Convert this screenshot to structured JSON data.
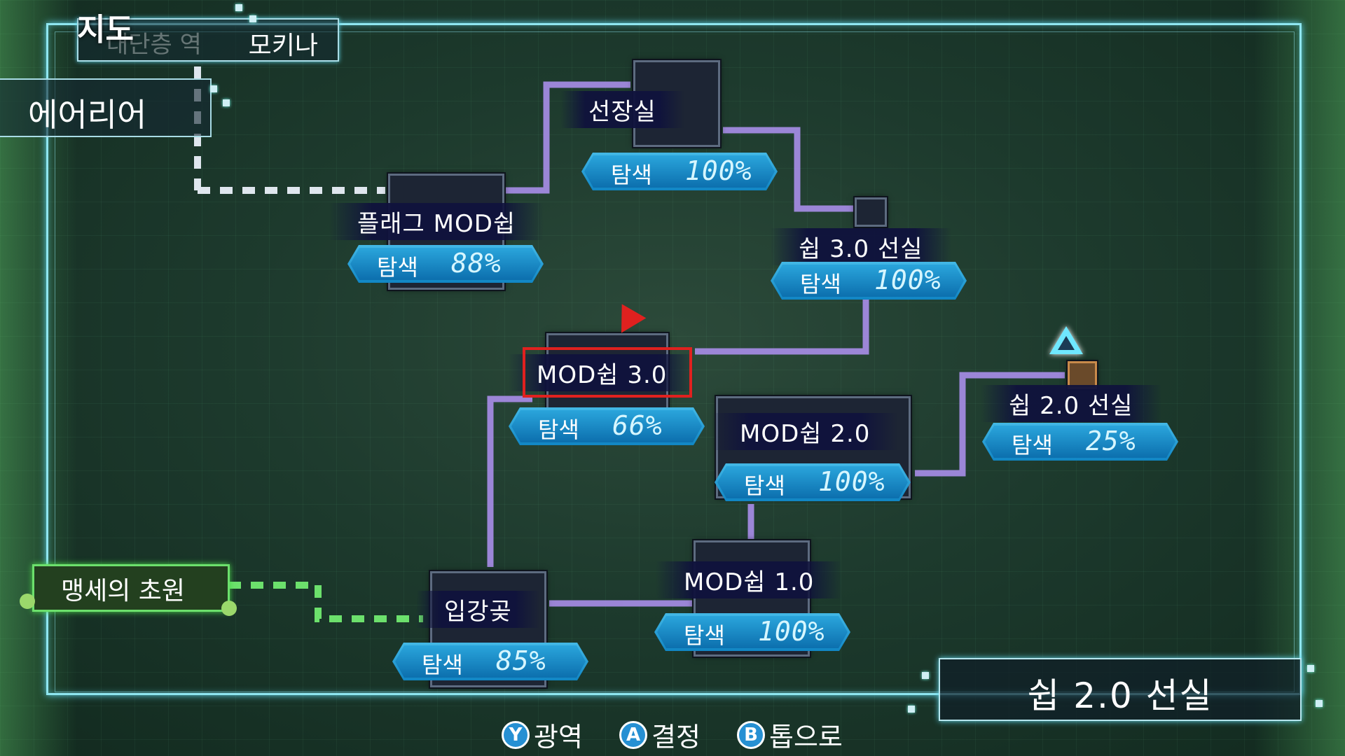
{
  "header": {
    "title": "지도",
    "floor_ghost": "대단층 역",
    "floor_name": "모키나",
    "area_label": "에어리어"
  },
  "rooms": [
    {
      "id": "captain",
      "name": "선장실",
      "explore_label": "탐색",
      "percent": "100",
      "sign": "%"
    },
    {
      "id": "flag-mod",
      "name": "플래그 MOD쉽",
      "explore_label": "탐색",
      "percent": "88",
      "sign": "%"
    },
    {
      "id": "ship30",
      "name": "쉽 3.0 선실",
      "explore_label": "탐색",
      "percent": "100",
      "sign": "%"
    },
    {
      "id": "mod30",
      "name": "MOD쉽 3.0",
      "explore_label": "탐색",
      "percent": "66",
      "sign": "%"
    },
    {
      "id": "mod20",
      "name": "MOD쉽 2.0",
      "explore_label": "탐색",
      "percent": "100",
      "sign": "%"
    },
    {
      "id": "ship20",
      "name": "쉽 2.0 선실",
      "explore_label": "탐색",
      "percent": "25",
      "sign": "%"
    },
    {
      "id": "mod10",
      "name": "MOD쉽 1.0",
      "explore_label": "탐색",
      "percent": "100",
      "sign": "%"
    },
    {
      "id": "entrance",
      "name": "입강곶",
      "explore_label": "탐색",
      "percent": "85",
      "sign": "%"
    }
  ],
  "field": {
    "name": "맹세의 초원"
  },
  "current_location": "쉽 2.0 선실",
  "controls": [
    {
      "button": "Y",
      "label": "광역"
    },
    {
      "button": "A",
      "label": "결정"
    },
    {
      "button": "B",
      "label": "톱으로"
    }
  ],
  "colors": {
    "frame": "#8fe6f0",
    "path_purple": "#a28ae0",
    "path_field": "#6ce06c",
    "explore_blue": "#1f9ad6",
    "selector_red": "#e0211f",
    "player_marker": "#6fe8ff"
  }
}
